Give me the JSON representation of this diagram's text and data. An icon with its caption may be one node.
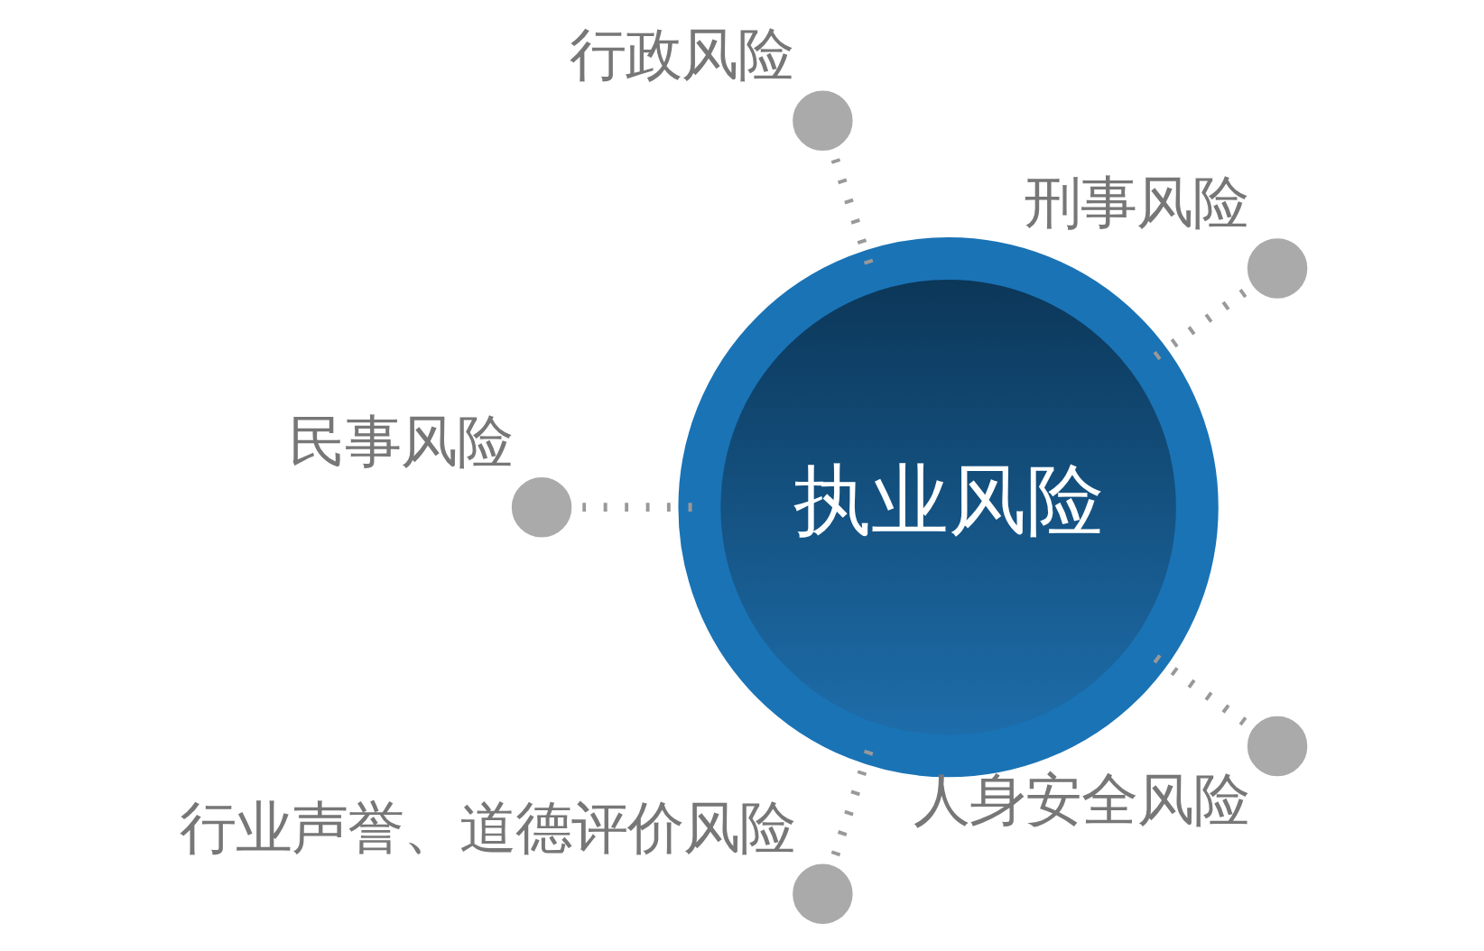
{
  "diagram": {
    "nodes": [
      {
        "text": [
          "执业风险"
        ]
      },
      {
        "text": [],
        "shape": "circle",
        "beside": [
          "刑事风险"
        ]
      },
      {
        "text": [],
        "shape": "circle",
        "beside": [
          "行政风险"
        ]
      },
      {
        "text": [],
        "shape": "circle",
        "beside": [
          "民事风险"
        ]
      },
      {
        "text": [],
        "shape": "circle",
        "beside": [
          "行业声誉、道德评价风险"
        ]
      },
      {
        "text": [],
        "shape": "circle",
        "beside": [
          "人身安全风险"
        ]
      }
    ],
    "edges": [
      {
        "from": 0,
        "to": 1,
        "arrow": "none",
        "style": "dashed"
      },
      {
        "from": 0,
        "to": 2,
        "arrow": "none",
        "style": "dashed"
      },
      {
        "from": 0,
        "to": 3,
        "arrow": "none",
        "style": "dashed"
      },
      {
        "from": 0,
        "to": 4,
        "arrow": "none",
        "style": "dashed"
      },
      {
        "from": 0,
        "to": 5,
        "arrow": "none",
        "style": "dashed"
      }
    ]
  }
}
